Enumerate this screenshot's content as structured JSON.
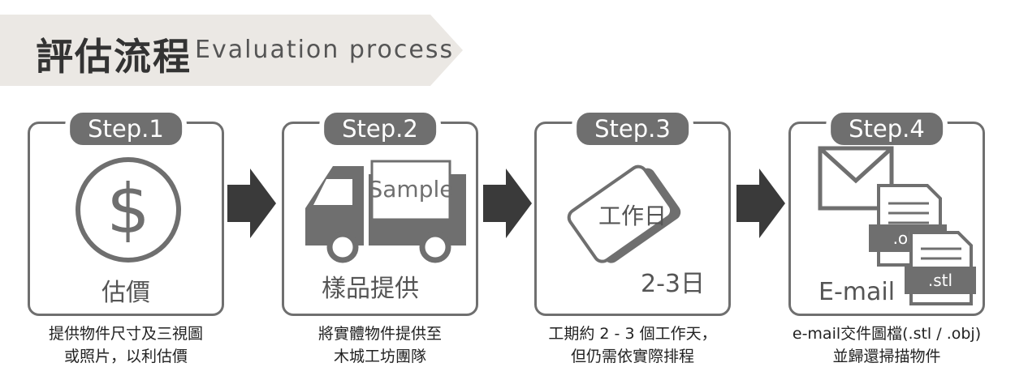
{
  "header": {
    "title_zh": "評估流程",
    "title_en": "Evaluation process"
  },
  "steps": [
    {
      "badge": "Step.1",
      "icon": "dollar-icon",
      "caption": "估價",
      "description": [
        "提供物件尺寸及三視圖",
        "或照片，以利估價"
      ]
    },
    {
      "badge": "Step.2",
      "icon": "truck-icon",
      "sign_text": "Sample",
      "caption": "樣品提供",
      "description": [
        "將實體物件提供至",
        "木城工坊團隊"
      ]
    },
    {
      "badge": "Step.3",
      "icon": "calendar-card-icon",
      "card_text": "工作日",
      "caption": "2-3日",
      "description": [
        "工期約 2 - 3 個工作天，",
        "但仍需依實際排程"
      ]
    },
    {
      "badge": "Step.4",
      "icon": "email-files-icon",
      "file1_label": ".obj",
      "file2_label": ".stl",
      "caption": "E-mail",
      "description": [
        "e-mail交件圖檔(.stl / .obj)",
        "並歸還掃描物件"
      ]
    }
  ],
  "colors": {
    "banner": "#ebe8e4",
    "frame": "#6f6f6f",
    "arrow": "#3a3a3a",
    "text": "#333333"
  }
}
